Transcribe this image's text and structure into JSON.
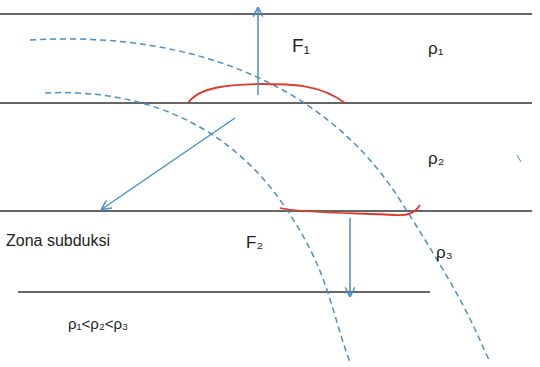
{
  "diagram": {
    "labels": [
      "F₁",
      "ρ₁",
      "ρ₂",
      "ρ₃",
      "Zona subduksi",
      "F₂",
      "ρ₁<ρ₂<ρ₃"
    ]
  }
}
